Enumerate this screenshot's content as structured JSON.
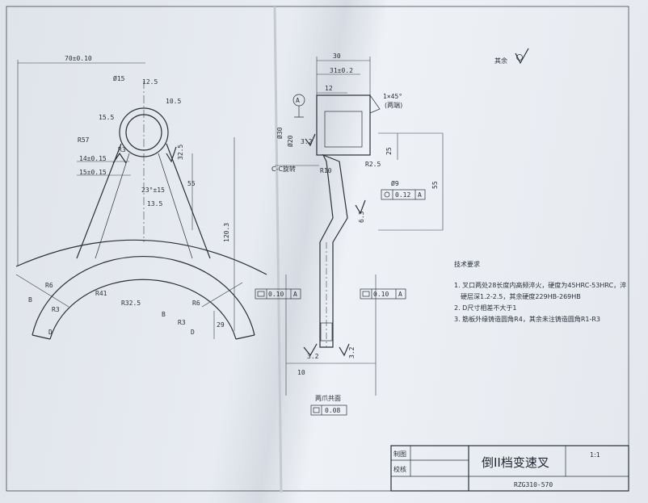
{
  "surface_finish": {
    "label": "其余"
  },
  "left_view": {
    "dims": [
      "70±0.10",
      "Ø15",
      "12.5",
      "10.5",
      "R57",
      "R3",
      "14±0.15",
      "15±0.15",
      "23°±15",
      "13.5",
      "55",
      "120.3",
      "32.5",
      "R6",
      "R41",
      "R32.5",
      "R6",
      "B",
      "B",
      "D",
      "D",
      "R3",
      "29",
      "R3",
      "15.5"
    ]
  },
  "right_view": {
    "dims": [
      "30",
      "31±0.2",
      "12",
      "1×45°",
      "(两端)",
      "3.2",
      "Ø30",
      "Ø20",
      "25",
      "R2.5",
      "R10",
      "55",
      "Ø9",
      "0.12",
      "A",
      "6.3",
      "0.10",
      "A",
      "0.10",
      "A",
      "10",
      "3.2",
      "3.2",
      "0.08",
      "A"
    ],
    "datum": "A",
    "section_label": "C-C旋转",
    "note_two_jaw": "两爪共面"
  },
  "tech_requirements": {
    "title": "技术要求",
    "items": [
      "1. 叉口两处28长度内高频淬火，硬度为45HRC-53HRC，淬",
      "硬层深1.2-2.5，其余硬度229HB-269HB",
      "2. D尺寸相差不大于1",
      "3. 筋板外缘铸造圆角R4，其余未注铸造圆角R1-R3"
    ]
  },
  "title_block": {
    "row1_label": "制图",
    "row2_label": "校核",
    "part_name": "倒II档变速叉",
    "scale": "1:1",
    "drawing_number": "RZG310-570"
  }
}
